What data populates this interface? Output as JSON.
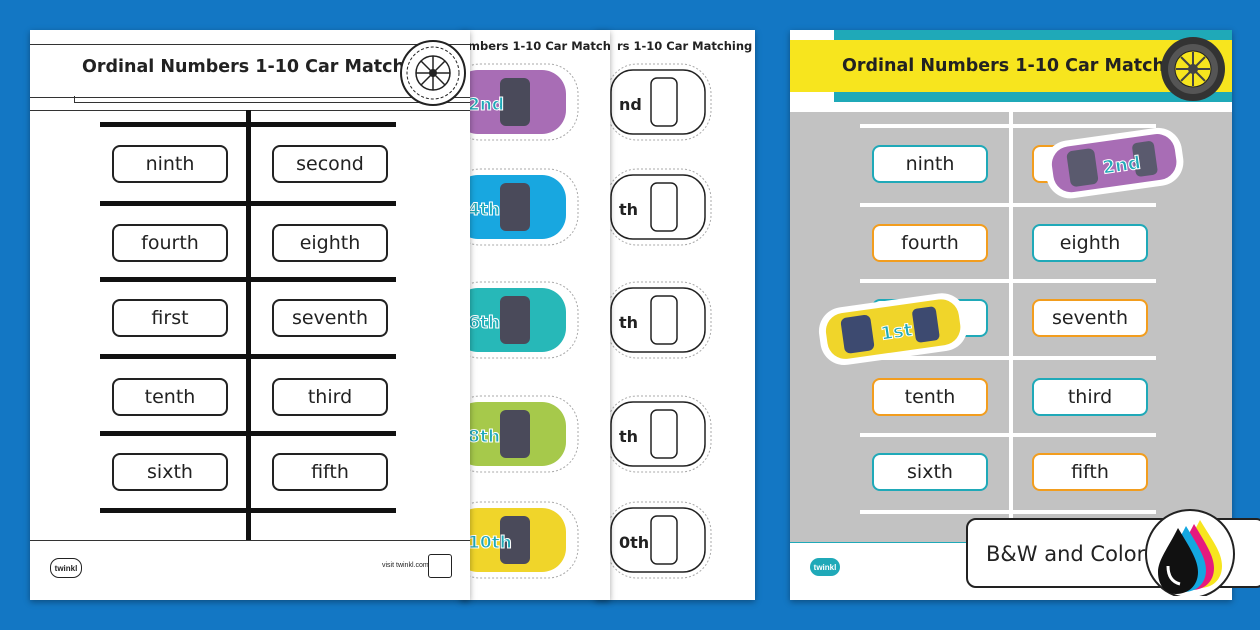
{
  "title": "Ordinal Numbers 1-10 Car Matching",
  "title_truncated_back": "mbers 1-10 Car Matching",
  "title_truncated_third": "rs 1-10 Car Matching",
  "words_left": [
    "ninth",
    "fourth",
    "first",
    "tenth",
    "sixth"
  ],
  "words_right": [
    "second",
    "eighth",
    "seventh",
    "third",
    "fifth"
  ],
  "color_words_left": [
    "ninth",
    "fourth",
    "",
    "tenth",
    "sixth"
  ],
  "color_words_right": [
    "",
    "eighth",
    "seventh",
    "third",
    "fifth"
  ],
  "car_labels_colored": [
    "2nd",
    "4th",
    "6th",
    "8th",
    "10th"
  ],
  "car_labels_outline": [
    "nd",
    "th",
    "th",
    "th",
    "0th"
  ],
  "placed_cars": {
    "yellow": "1st",
    "purple": "2nd"
  },
  "footer": {
    "logo": "twinkl",
    "url": "visit twinkl.com"
  },
  "badge": {
    "text": "B&W and Color"
  },
  "colors": {
    "background": "#1377c4",
    "yellow": "#f7e51e",
    "teal": "#1fa9b8",
    "orange": "#f29d1e",
    "purple": "#a86db5",
    "blue": "#18a7e0",
    "aqua": "#27b8b8",
    "green": "#a6c94b",
    "car_yellow": "#f0d52a",
    "road": "#c2c2c2"
  }
}
